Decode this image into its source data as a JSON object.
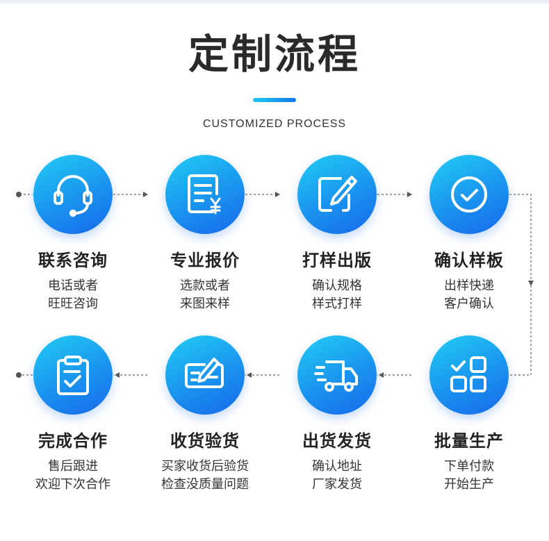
{
  "header": {
    "title": "定制流程",
    "subtitle": "CUSTOMIZED PROCESS"
  },
  "accent_colors": [
    "#22cdf4",
    "#1668ea"
  ],
  "steps": [
    {
      "icon": "headset-icon",
      "title": "联系咨询",
      "line1": "电话或者",
      "line2": "旺旺咨询"
    },
    {
      "icon": "quote-document-icon",
      "title": "专业报价",
      "line1": "选款或者",
      "line2": "来图来样"
    },
    {
      "icon": "edit-pen-icon",
      "title": "打样出版",
      "line1": "确认规格",
      "line2": "样式打样"
    },
    {
      "icon": "check-circle-icon",
      "title": "确认样板",
      "line1": "出样快递",
      "line2": "客户确认"
    },
    {
      "icon": "grid-check-icon",
      "title": "批量生产",
      "line1": "下单付款",
      "line2": "开始生产"
    },
    {
      "icon": "delivery-truck-icon",
      "title": "出货发货",
      "line1": "确认地址",
      "line2": "厂家发货"
    },
    {
      "icon": "card-sign-icon",
      "title": "收货验货",
      "line1": "买家收货后验货",
      "line2": "检查没质量问题"
    },
    {
      "icon": "clipboard-check-icon",
      "title": "完成合作",
      "line1": "售后跟进",
      "line2": "欢迎下次合作"
    }
  ]
}
